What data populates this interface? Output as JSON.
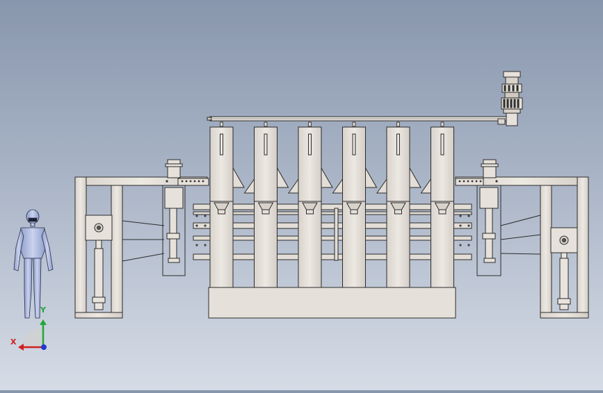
{
  "colors": {
    "background_top": "#8896ad",
    "background_bottom": "#d6dce6",
    "part_fill": "#e7e2dc",
    "part_stroke": "#2b2b2b",
    "human_fill": "#b7c4e6",
    "axis_x": "#d21f1f",
    "axis_y": "#1fa83a",
    "axis_z": "#1f3ad2"
  },
  "triad": {
    "x_label": "X",
    "y_label": "Y"
  },
  "components": {
    "hopper_count": 6,
    "icons": [
      "human-reference-figure",
      "coordinate-triad-icon",
      "drive-motor-icon"
    ]
  }
}
